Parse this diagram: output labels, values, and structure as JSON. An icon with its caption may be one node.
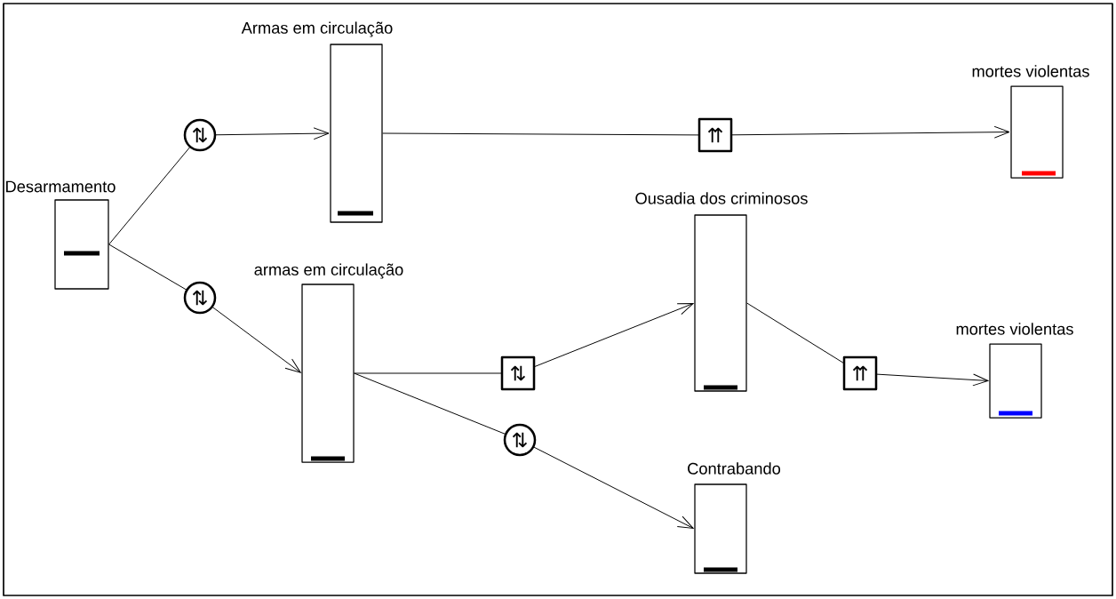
{
  "diagram": {
    "nodes": [
      {
        "text": [
          "Desarmamento"
        ]
      },
      {
        "text": [
          "Armas em circulação"
        ]
      },
      {
        "text": [
          "mortes violentas"
        ]
      },
      {
        "text": [
          "armas em circulação"
        ]
      },
      {
        "text": [
          "Ousadia dos criminosos"
        ]
      },
      {
        "text": [
          "mortes violentas"
        ]
      },
      {
        "text": [
          "Contrabando"
        ]
      }
    ],
    "edges": [
      {
        "from": 0,
        "to": 1,
        "arrow": "to",
        "label": "⇅"
      },
      {
        "from": 0,
        "to": 3,
        "arrow": "to",
        "label": "⇅"
      },
      {
        "from": 1,
        "to": 2,
        "arrow": "to",
        "label": "⇈"
      },
      {
        "from": 3,
        "to": 4,
        "arrow": "to",
        "label": "⇅"
      },
      {
        "from": 3,
        "to": 6,
        "arrow": "to",
        "label": "⇅"
      },
      {
        "from": 4,
        "to": 5,
        "arrow": "to",
        "label": "⇈"
      }
    ]
  }
}
